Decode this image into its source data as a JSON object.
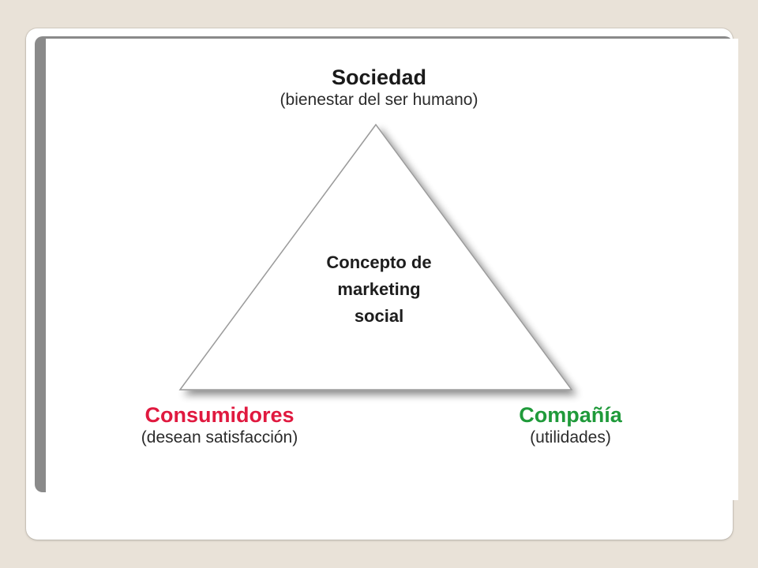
{
  "diagram": {
    "center_label_lines": [
      "Concepto de",
      "marketing",
      "social"
    ],
    "society": {
      "title": "Sociedad",
      "subtitle": "(bienestar del ser humano)",
      "color": "#1a1a1a"
    },
    "consumers": {
      "title": "Consumidores",
      "subtitle": "(desean satisfacción)",
      "color": "#e0193f"
    },
    "company": {
      "title": "Compañía",
      "subtitle": "(utilidades)",
      "color": "#1f9a3a"
    },
    "shape": "triangle"
  }
}
